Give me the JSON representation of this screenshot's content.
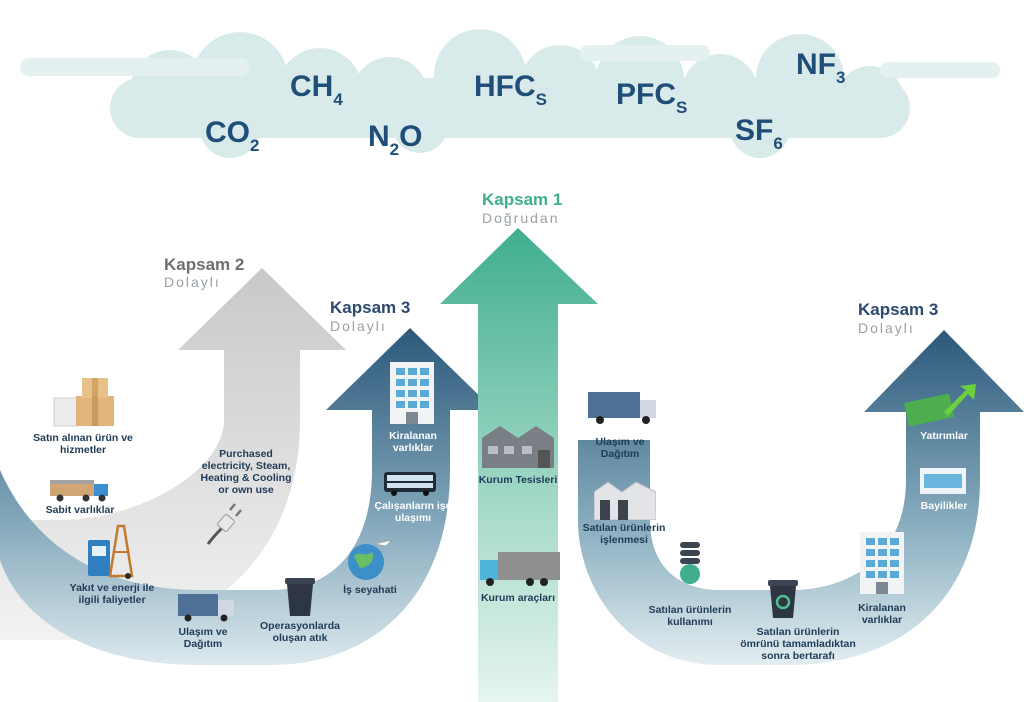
{
  "gases": {
    "co2": {
      "base": "CO",
      "sub": "2"
    },
    "ch4": {
      "base": "CH",
      "sub": "4"
    },
    "n2o": {
      "pre": "N",
      "sub": "2",
      "post": "O"
    },
    "hfcs": {
      "base": "HFC",
      "sub": "S"
    },
    "pfcs": {
      "base": "PFC",
      "sub": "S"
    },
    "nf3": {
      "base": "NF",
      "sub": "3"
    },
    "sf6": {
      "base": "SF",
      "sub": "6"
    }
  },
  "scopes": {
    "scope1": {
      "title": "Kapsam 1",
      "subtitle": "Doğrudan"
    },
    "scope2": {
      "title": "Kapsam 2",
      "subtitle": "Dolaylı"
    },
    "scope3_left": {
      "title": "Kapsam 3",
      "subtitle": "Dolaylı"
    },
    "scope3_right": {
      "title": "Kapsam 3",
      "subtitle": "Dolaylı"
    }
  },
  "labels": {
    "purchased_goods": "Satın alınan ürün ve hizmetler",
    "capital_goods": "Sabit varlıklar",
    "fuel_energy": "Yakıt ve enerji ile ilgili faliyetler",
    "upstream_transport": "Ulaşım ve Dağıtım",
    "waste": "Operasyonlarda oluşan atık",
    "business_travel": "İş seyahati",
    "commuting": "Çalışanların işe ulaşımı",
    "leased_assets_up": "Kiralanan varlıklar",
    "purchased_electricity": "Purchased electricity, Steam, Heating & Cooling or own use",
    "facilities": "Kurum Tesisleri",
    "vehicles": "Kurum araçları",
    "downstream_transport": "Ulaşım ve Dağıtım",
    "processing": "Satılan ürünlerin işlenmesi",
    "use_of_products": "Satılan ürünlerin kullanımı",
    "end_of_life": "Satılan ürünlerin ömrünü tamamladıktan sonra bertarafı",
    "leased_assets_down": "Kiralanan varlıklar",
    "franchises": "Bayilikler",
    "investments": "Yatırımlar"
  },
  "colors": {
    "cloud": "#d8ebea",
    "gas_text": "#1f4e79",
    "scope1": "#3fae8f",
    "scope2": "#c9c9c9",
    "scope3": "#2f5d7c",
    "scope1_title": "#3fae8f",
    "scope_title": "#2c4a6e"
  }
}
